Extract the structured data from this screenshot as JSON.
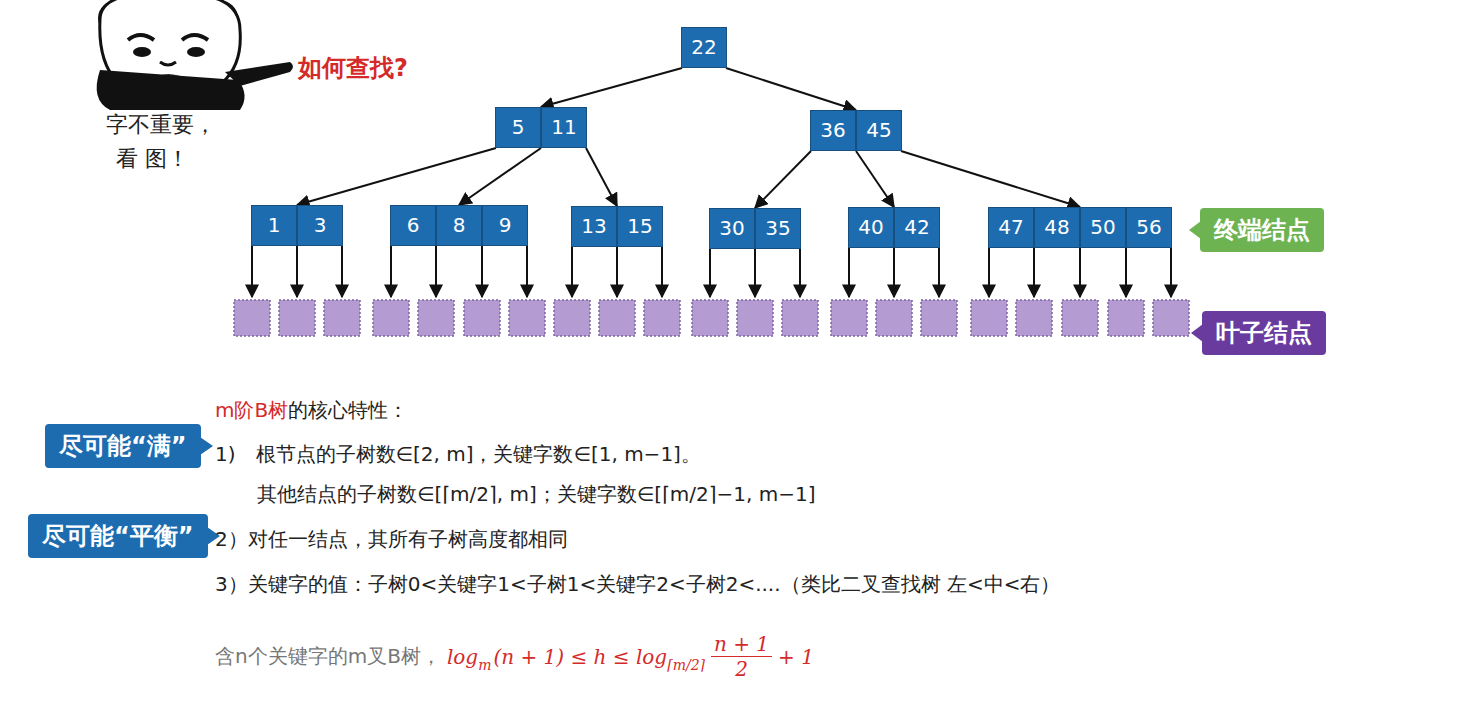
{
  "diagram": {
    "nodes": [
      {
        "text": [
          "22"
        ]
      },
      {
        "text": [
          "5",
          "11"
        ]
      },
      {
        "text": [
          "36",
          "45"
        ]
      },
      {
        "text": [
          "1",
          "3"
        ]
      },
      {
        "text": [
          "6",
          "8",
          "9"
        ]
      },
      {
        "text": [
          "13",
          "15"
        ]
      },
      {
        "text": [
          "30",
          "35"
        ]
      },
      {
        "text": [
          "40",
          "42"
        ]
      },
      {
        "text": [
          "47",
          "48",
          "50",
          "56"
        ]
      },
      {
        "text": [
          "终端结点"
        ]
      },
      {
        "text": [
          "叶子结点"
        ]
      },
      {
        "text": [
          "尽可能“满”"
        ]
      },
      {
        "text": [
          "尽可能“平衡”"
        ]
      }
    ],
    "edges": [
      {
        "from": 0,
        "to": 1,
        "arrow": "to"
      },
      {
        "from": 0,
        "to": 2,
        "arrow": "to"
      },
      {
        "from": 1,
        "to": 3,
        "arrow": "to"
      },
      {
        "from": 1,
        "to": 4,
        "arrow": "to"
      },
      {
        "from": 1,
        "to": 5,
        "arrow": "to"
      },
      {
        "from": 2,
        "to": 6,
        "arrow": "to"
      },
      {
        "from": 2,
        "to": 7,
        "arrow": "to"
      },
      {
        "from": 2,
        "to": 8,
        "arrow": "to"
      }
    ],
    "labels": [
      "如何查找?",
      "字不重要，",
      "看 图！",
      "m阶B树",
      "的核心特性：",
      "1)　根节点的子树数∈[2, m]，关键字数∈[1, m−1]。",
      "其他结点的子树数∈[⌈m/2⌉, m]；关键字数∈[⌈m/2⌉−1, m−1]",
      "2）对任一结点，其所有子树高度都相同",
      "3）关键字的值：子树0<关键字1<子树1<关键字2<子树2<....（类比二叉查找树 左<中<右）",
      "含n个关键字的m叉B树，",
      "log",
      "m",
      "(n + 1) ≤ h ≤ log",
      "⌈m/2⌉",
      "n + 1",
      "2",
      "+ 1"
    ]
  }
}
